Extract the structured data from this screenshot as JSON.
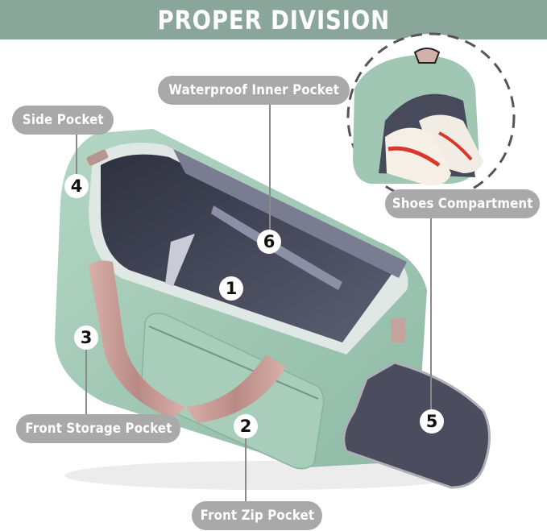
{
  "banner": {
    "title": "PROPER DIVISION",
    "color": "#8aa69a"
  },
  "callouts": [
    {
      "number": "1",
      "label": ""
    },
    {
      "number": "2",
      "label": "Front Zip Pocket"
    },
    {
      "number": "3",
      "label": "Front Storage Pocket"
    },
    {
      "number": "4",
      "label": "Side Pocket"
    },
    {
      "number": "5",
      "label": "Shoes Compartment"
    },
    {
      "number": "6",
      "label": "Waterproof Inner Pocket"
    }
  ],
  "colors": {
    "bag_body": "#9ec5b2",
    "bag_dark": "#7fae98",
    "lining": "#4a4c5c",
    "lining_light": "#6b6e80",
    "handle": "#c9a09a",
    "label_pill": "#a9a9a9"
  }
}
